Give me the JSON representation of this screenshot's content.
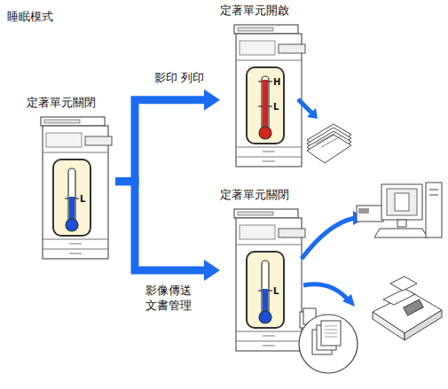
{
  "diagram": {
    "title": "睡眠模式",
    "nodes": [
      {
        "text": [
          "定著單元關閉"
        ]
      },
      {
        "text": [
          "定著單元開啟"
        ]
      },
      {
        "text": [
          "定著單元關閉"
        ]
      }
    ],
    "edges": [
      {
        "from": 0,
        "to": 1,
        "arrow": "to",
        "label": "影印 列印"
      },
      {
        "from": 0,
        "to": 2,
        "arrow": "to",
        "label": "影像傳送 文書管理"
      }
    ],
    "labels": [
      "L",
      "H",
      "L",
      "L"
    ]
  }
}
